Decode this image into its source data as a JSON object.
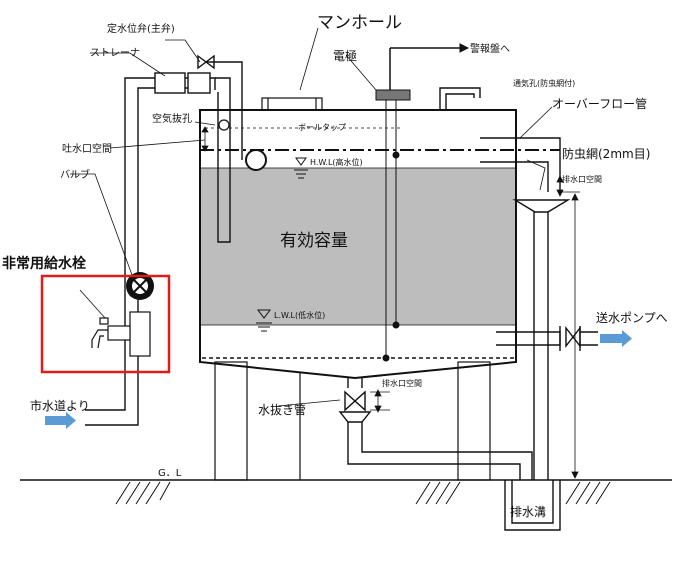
{
  "labels": {
    "manhole": "マンホール",
    "fixed_valve": "定水位弁(主弁)",
    "strainer": "ストレーナ",
    "alarm": "警報盤へ",
    "electrode": "電極",
    "vent": "通気孔(防虫網付)",
    "overflow": "オーバーフロー管",
    "air_hole": "空気抜孔",
    "ball_tap": "ボールタップ",
    "outlet_space": "吐水口空間",
    "hwl": "H.W.L(高水位)",
    "valve": "バルブ",
    "insect_net": "防虫網(2mm目)",
    "drain_space_1": "排水口空間",
    "effective_volume": "有効容量",
    "emergency_hydrant": "非常用給水栓",
    "lwl": "L.W.L(低水位)",
    "to_pump": "送水ポンプへ",
    "drain_space_2": "排水口空間",
    "from_city": "市水道より",
    "drain_pipe": "水抜き管",
    "gl": "G．L",
    "drain_ditch": "排水溝"
  },
  "colors": {
    "water": "#bdbdbd",
    "line": "#111111",
    "highlight": "#e01b1b",
    "arrow": "#5b9bd5"
  }
}
